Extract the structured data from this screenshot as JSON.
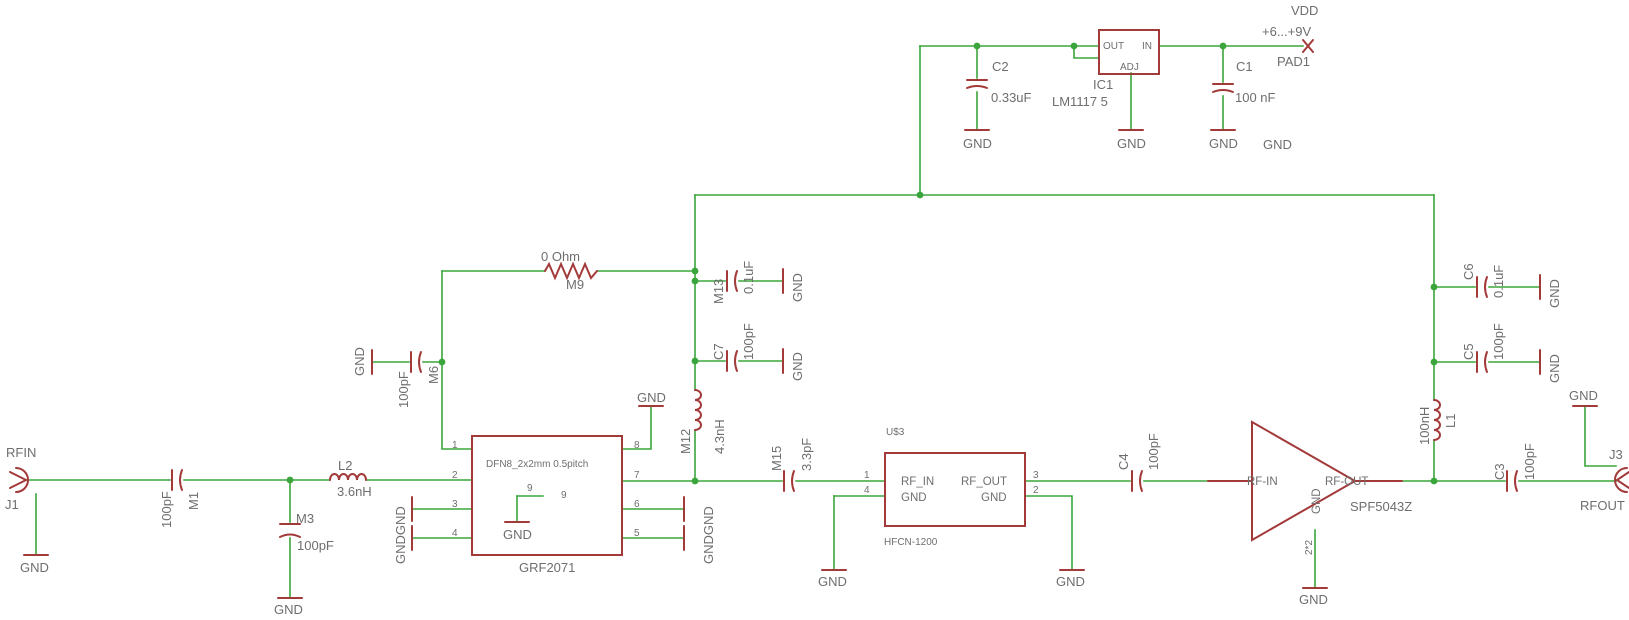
{
  "supply": {
    "net": "VDD",
    "range": "+6...+9V",
    "pad": "PAD1",
    "gnd_note": "GND"
  },
  "regulator": {
    "ref": "IC1",
    "value": "LM1117 5",
    "pin_out": "OUT",
    "pin_in": "IN",
    "pin_adj": "ADJ"
  },
  "caps": {
    "c1": {
      "ref": "C1",
      "value": "100 nF"
    },
    "c2": {
      "ref": "C2",
      "value": "0.33uF"
    },
    "c3": {
      "ref": "C3",
      "value": "100pF"
    },
    "c4": {
      "ref": "C4",
      "value": "100pF"
    },
    "c5": {
      "ref": "C5",
      "value": "100pF"
    },
    "c6": {
      "ref": "C6",
      "value": "0.1uF"
    },
    "c7": {
      "ref": "C7",
      "value": "100pF"
    },
    "m1": {
      "ref": "M1",
      "value": "100pF"
    },
    "m3": {
      "ref": "M3",
      "value": "100pF"
    },
    "m6": {
      "ref": "M6",
      "value": "100pF"
    },
    "m13": {
      "ref": "M13",
      "value": "0.1uF"
    },
    "m15": {
      "ref": "M15",
      "value": "3.3pF"
    }
  },
  "inductors": {
    "l1": {
      "ref": "L1",
      "value": "100nH"
    },
    "l2": {
      "ref": "L2",
      "value": "3.6nH"
    },
    "m12": {
      "ref": "M12",
      "value": "4.3nH"
    }
  },
  "resistor": {
    "ref": "M9",
    "value": "0 Ohm"
  },
  "mixer": {
    "name": "GRF2071",
    "package": "DFN8_2x2mm 0.5pitch",
    "pins": [
      "1",
      "2",
      "3",
      "4",
      "5",
      "6",
      "7",
      "8",
      "9"
    ],
    "center_pin": "9"
  },
  "filter": {
    "ref": "U$3",
    "name": "HFCN-1200",
    "pin_in": "RF_IN",
    "pin_out": "RF_OUT",
    "gnd_left": "GND",
    "gnd_right": "GND",
    "pins": [
      "1",
      "4",
      "3",
      "2"
    ]
  },
  "amp": {
    "name": "SPF5043Z",
    "pin_in": "RF-IN",
    "pin_out": "RF-OUT",
    "pin_gnd": "GND",
    "pin_num": "2*2"
  },
  "connectors": {
    "j1": {
      "ref": "J1",
      "net": "RFIN"
    },
    "j3": {
      "ref": "J3",
      "net": "RFOUT"
    }
  },
  "gnd": "GND",
  "gnd_pair": "GNDGND",
  "colors": {
    "wire": "#3aa53a",
    "symbol": "#a33a3a",
    "text": "#6e6e6e",
    "background": "#ffffff"
  }
}
